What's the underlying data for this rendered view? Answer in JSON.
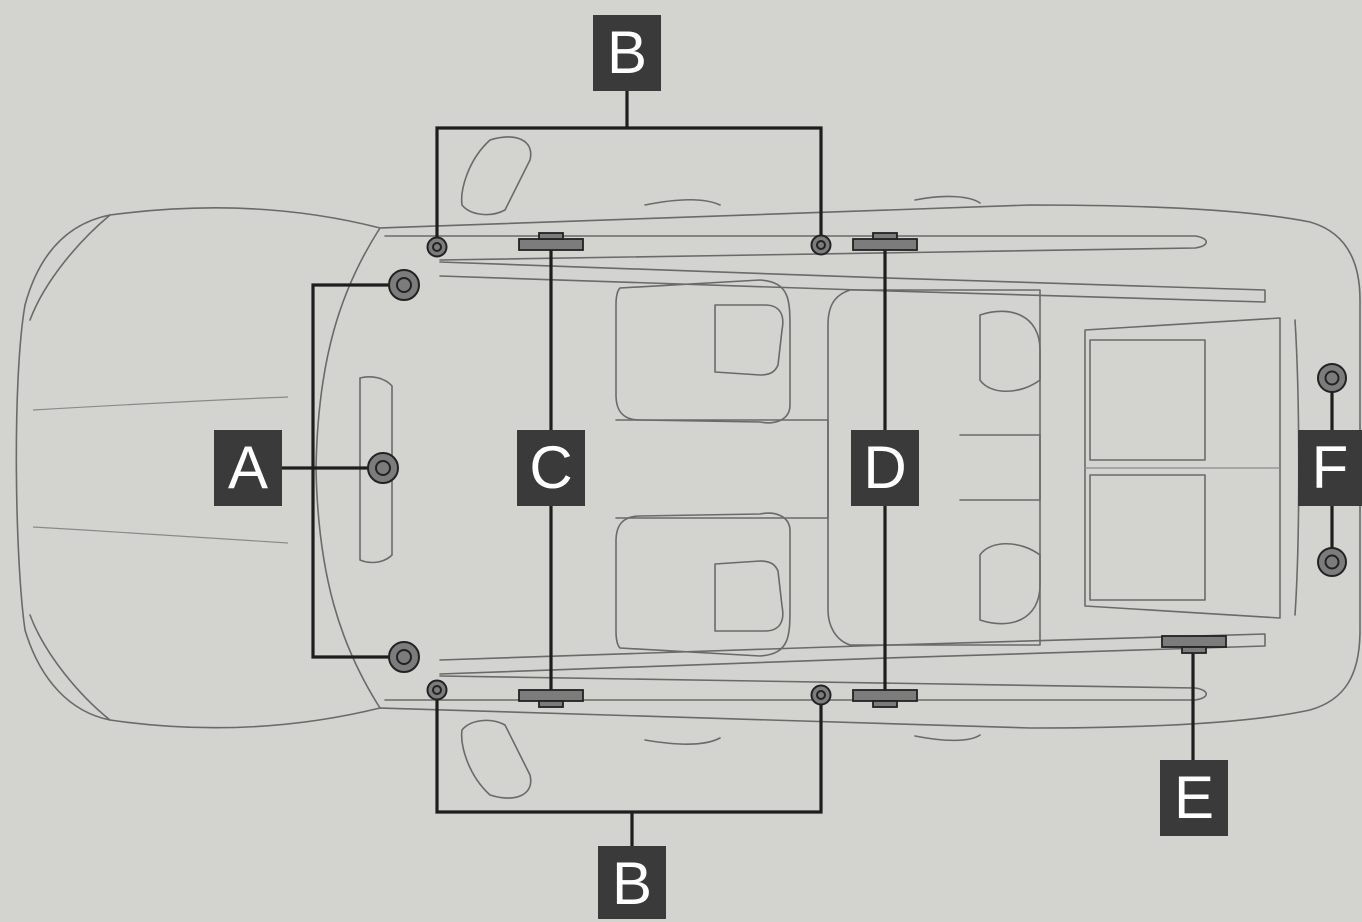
{
  "labels": {
    "a": "A",
    "b_top": "B",
    "b_bottom": "B",
    "c": "C",
    "d": "D",
    "e": "E",
    "f": "F"
  },
  "colors": {
    "background": "#d3d4cf",
    "label_fill": "#3a3a3a",
    "label_text": "#ffffff",
    "speaker_fill": "#7d7c7c",
    "outline": "#6a6a6a",
    "leader": "#1e1e1e"
  }
}
